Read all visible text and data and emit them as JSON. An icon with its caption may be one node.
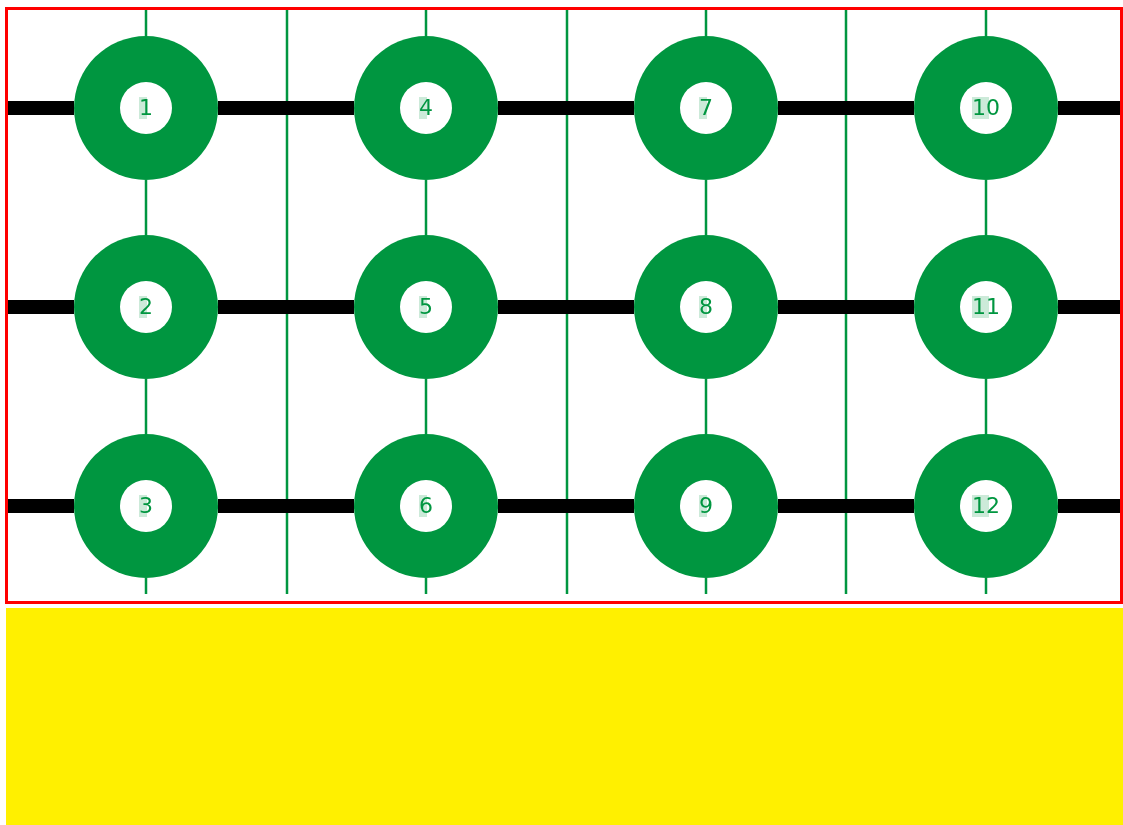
{
  "diagram": {
    "nodes": [
      {
        "text": [
          "1"
        ]
      },
      {
        "text": [
          "2"
        ]
      },
      {
        "text": [
          "3"
        ]
      },
      {
        "text": [
          "4"
        ]
      },
      {
        "text": [
          "5"
        ]
      },
      {
        "text": [
          "6"
        ]
      },
      {
        "text": [
          "7"
        ]
      },
      {
        "text": [
          "8"
        ]
      },
      {
        "text": [
          "9"
        ]
      },
      {
        "text": [
          "10"
        ]
      },
      {
        "text": [
          "11"
        ]
      },
      {
        "text": [
          "12"
        ]
      },
      {
        "text": [],
        "shape": "bar"
      }
    ],
    "edges": [
      {
        "from": null,
        "to": 0,
        "arrow": "none",
        "style": "thick",
        "color": "#000000"
      },
      {
        "from": 0,
        "to": 3,
        "arrow": "none",
        "style": "thick",
        "color": "#000000"
      },
      {
        "from": 3,
        "to": 6,
        "arrow": "none",
        "style": "thick",
        "color": "#000000"
      },
      {
        "from": 6,
        "to": 9,
        "arrow": "none",
        "style": "thick",
        "color": "#000000"
      },
      {
        "from": 9,
        "to": null,
        "arrow": "none",
        "style": "thick",
        "color": "#000000"
      },
      {
        "from": null,
        "to": 1,
        "arrow": "none",
        "style": "thick",
        "color": "#000000"
      },
      {
        "from": 1,
        "to": 4,
        "arrow": "none",
        "style": "thick",
        "color": "#000000"
      },
      {
        "from": 4,
        "to": 7,
        "arrow": "none",
        "style": "thick",
        "color": "#000000"
      },
      {
        "from": 7,
        "to": 10,
        "arrow": "none",
        "style": "thick",
        "color": "#000000"
      },
      {
        "from": 10,
        "to": null,
        "arrow": "none",
        "style": "thick",
        "color": "#000000"
      },
      {
        "from": null,
        "to": 2,
        "arrow": "none",
        "style": "thick",
        "color": "#000000"
      },
      {
        "from": 2,
        "to": 5,
        "arrow": "none",
        "style": "thick",
        "color": "#000000"
      },
      {
        "from": 5,
        "to": 8,
        "arrow": "none",
        "style": "thick",
        "color": "#000000"
      },
      {
        "from": 8,
        "to": 11,
        "arrow": "none",
        "style": "thick",
        "color": "#000000"
      },
      {
        "from": 11,
        "to": null,
        "arrow": "none",
        "style": "thick",
        "color": "#000000"
      },
      {
        "from": null,
        "to": 0,
        "arrow": "none"
      },
      {
        "from": 0,
        "to": 1,
        "arrow": "none"
      },
      {
        "from": 1,
        "to": 2,
        "arrow": "none"
      },
      {
        "from": 2,
        "to": null,
        "arrow": "none"
      },
      {
        "from": null,
        "to": 3,
        "arrow": "none"
      },
      {
        "from": 3,
        "to": 4,
        "arrow": "none"
      },
      {
        "from": 4,
        "to": 5,
        "arrow": "none"
      },
      {
        "from": 5,
        "to": null,
        "arrow": "none"
      },
      {
        "from": null,
        "to": 6,
        "arrow": "none"
      },
      {
        "from": 6,
        "to": 7,
        "arrow": "none"
      },
      {
        "from": 7,
        "to": 8,
        "arrow": "none"
      },
      {
        "from": 8,
        "to": null,
        "arrow": "none"
      },
      {
        "from": null,
        "to": 9,
        "arrow": "none"
      },
      {
        "from": 9,
        "to": 10,
        "arrow": "none"
      },
      {
        "from": 10,
        "to": 11,
        "arrow": "none"
      },
      {
        "from": 11,
        "to": null,
        "arrow": "none"
      }
    ]
  }
}
